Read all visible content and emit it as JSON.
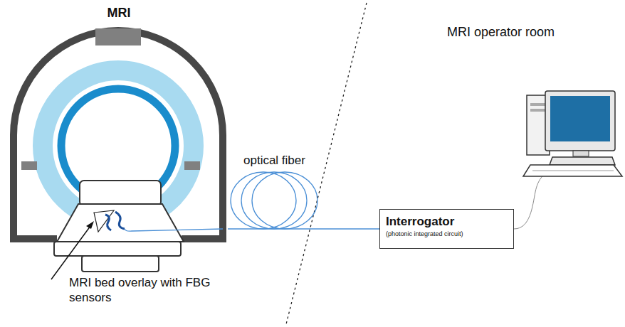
{
  "diagram": {
    "nodes": [
      {
        "text": [
          "MRI"
        ]
      },
      {
        "text": [
          "Interrogator",
          "(photonic integrated circuit)"
        ]
      }
    ],
    "edges": [
      {
        "from": 0,
        "to": 1,
        "label": "optical fiber",
        "arrow": "none"
      }
    ],
    "labels": [
      "MRI operator room",
      "MRI bed overlay with FBG sensors"
    ]
  }
}
